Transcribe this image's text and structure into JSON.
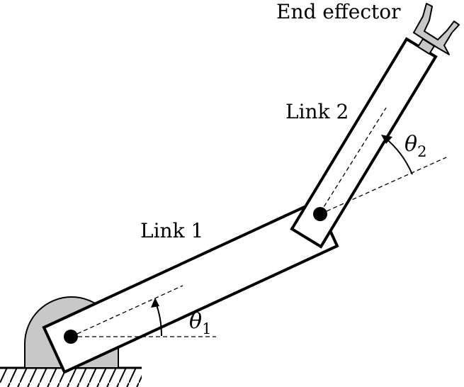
{
  "labels": {
    "end_effector": "End effector",
    "link1": "Link 1",
    "link2": "Link 2",
    "theta1": {
      "symbol": "θ",
      "subscript": "1"
    },
    "theta2": {
      "symbol": "θ",
      "subscript": "2"
    }
  },
  "colors": {
    "stroke": "#000000",
    "base_fill": "#c8c8c8",
    "gripper_fill": "#c8c8c8",
    "link_fill": "#ffffff"
  }
}
